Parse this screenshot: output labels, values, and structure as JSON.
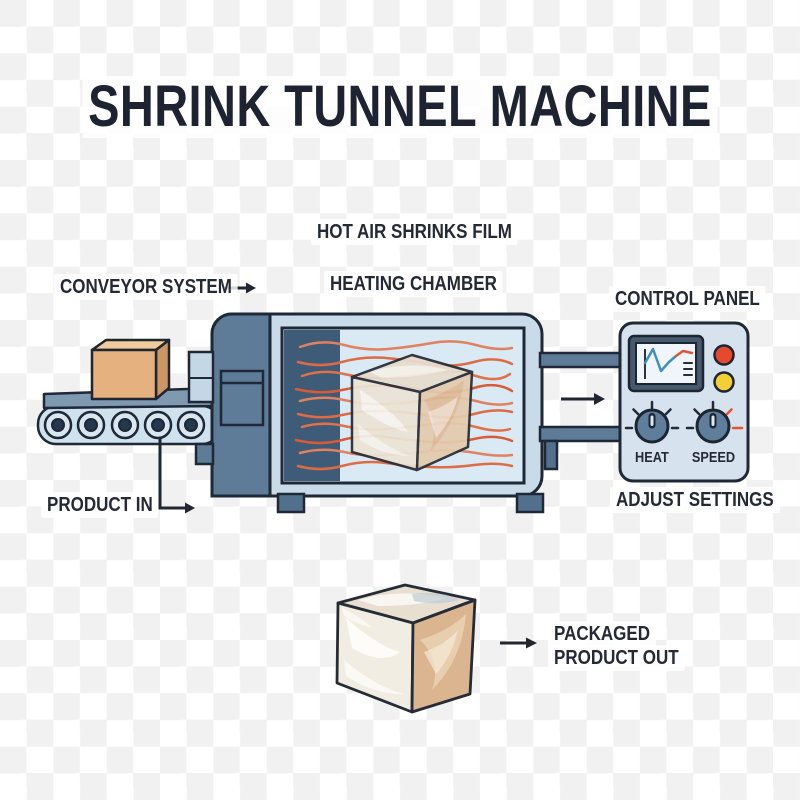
{
  "title": "SHRINK TUNNEL MACHINE",
  "labels": {
    "hot_air": "HOT AIR SHRINKS FILM",
    "conveyor_system": "CONVEYOR SYSTEM",
    "heating_chamber": "HEATING CHAMBER",
    "control_panel": "CONTROL PANEL",
    "product_in": "PRODUCT IN",
    "adjust_settings": "ADJUST SETTINGS",
    "packaged_out_line1": "PACKAGED",
    "packaged_out_line2": "PRODUCT OUT"
  },
  "control_panel": {
    "knobs": [
      {
        "label": "HEAT"
      },
      {
        "label": "SPEED"
      }
    ],
    "indicator_buttons": [
      {
        "name": "red-indicator-button",
        "color": "#e7492f"
      },
      {
        "name": "yellow-indicator-button",
        "color": "#f2d035"
      }
    ],
    "screen_graph_colors": [
      "#3e8fc4",
      "#e25437"
    ]
  },
  "colors": {
    "outline": "#1e2836",
    "text": "#232a36",
    "machine_body": "#c9dbe9",
    "machine_dark_steel": "#5e7b98",
    "chamber_window": "#d9eaf4",
    "chamber_band": "#3e5b77",
    "heat_line": "#df6f4a",
    "cardboard_box": "#e4b17f",
    "film_wrap": "#efe8da",
    "panel_body": "#d6e3ee",
    "knob": "#5f7e9b",
    "checker_gray": "#f1f1f1"
  }
}
